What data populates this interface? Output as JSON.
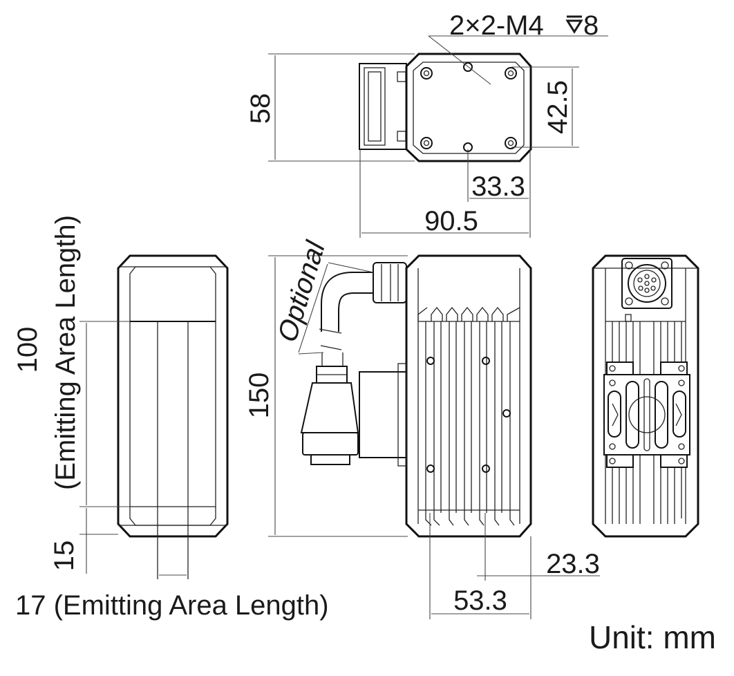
{
  "labels": {
    "thread_spec": "2×2-M4",
    "thread_depth": "8",
    "height_58": "58",
    "dim_42_5": "42.5",
    "dim_33_3": "33.3",
    "dim_90_5": "90.5",
    "emitting_100": "100",
    "emitting_100_sub": "(Emitting Area Length)",
    "dim_150": "150",
    "dim_15": "15",
    "emitting_17": "17 (Emitting Area Length)",
    "optional": "Optional",
    "dim_23_3": "23.3",
    "dim_53_3": "53.3",
    "unit": "Unit: mm"
  }
}
